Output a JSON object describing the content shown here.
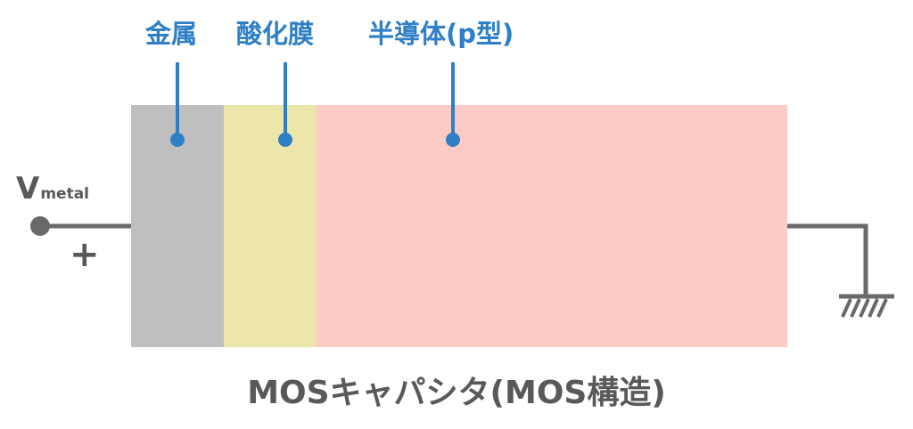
{
  "labels": {
    "metal": "金属",
    "oxide": "酸化膜",
    "semiconductor": "半導体(p型)"
  },
  "voltage": {
    "main": "V",
    "sub": "metal",
    "polarity": "+"
  },
  "caption": "MOSキャパシタ(MOS構造)",
  "colors": {
    "metal": "#bfbfbf",
    "oxide": "#ece6ab",
    "semiconductor": "#fdcbc5",
    "accent": "#2e7fc6",
    "wire": "#696969",
    "text": "#595959"
  }
}
